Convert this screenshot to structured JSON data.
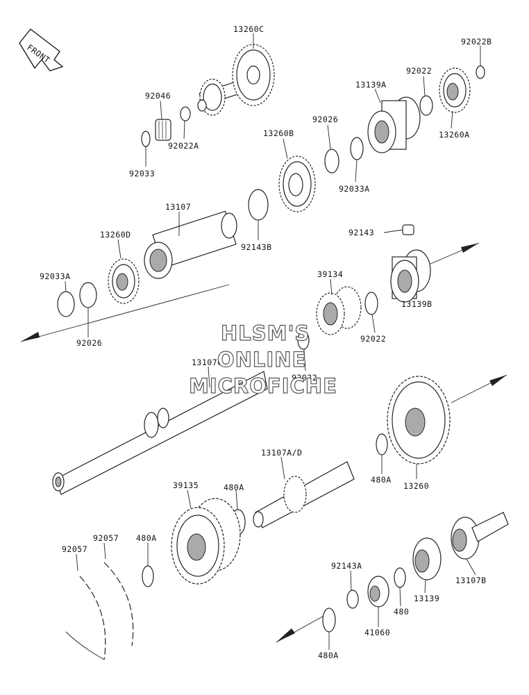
{
  "front_label": "FRONT",
  "watermark": {
    "line1": "HLSM'S",
    "line2": "ONLINE",
    "line3": "MICROFICHE"
  },
  "labels": {
    "p13260C": "13260C",
    "p92022B": "92022B",
    "p92022_top": "92022",
    "p92046": "92046",
    "p13139A": "13139A",
    "p92022A": "92022A",
    "p13260A": "13260A",
    "p92033": "92033",
    "p92026_top": "92026",
    "p13260B": "13260B",
    "p92033A_mid": "92033A",
    "p13107": "13107",
    "p92143B": "92143B",
    "p13260D": "13260D",
    "p92143": "92143",
    "p92033A_left": "92033A",
    "p39134": "39134",
    "p13139B": "13139B",
    "p92026_left": "92026",
    "p92022_mid": "92022",
    "p13107C": "13107C",
    "p92022_low": "92022",
    "p13107AD": "13107A/D",
    "p480A_right": "480A",
    "p13260": "13260",
    "p39135": "39135",
    "p480A_mid": "480A",
    "p92057_a": "92057",
    "p92057_b": "92057",
    "p480A_left": "480A",
    "p92143A": "92143A",
    "p13107B": "13107B",
    "p13139": "13139",
    "p480": "480",
    "p41060": "41060",
    "p480A_bottom": "480A"
  }
}
